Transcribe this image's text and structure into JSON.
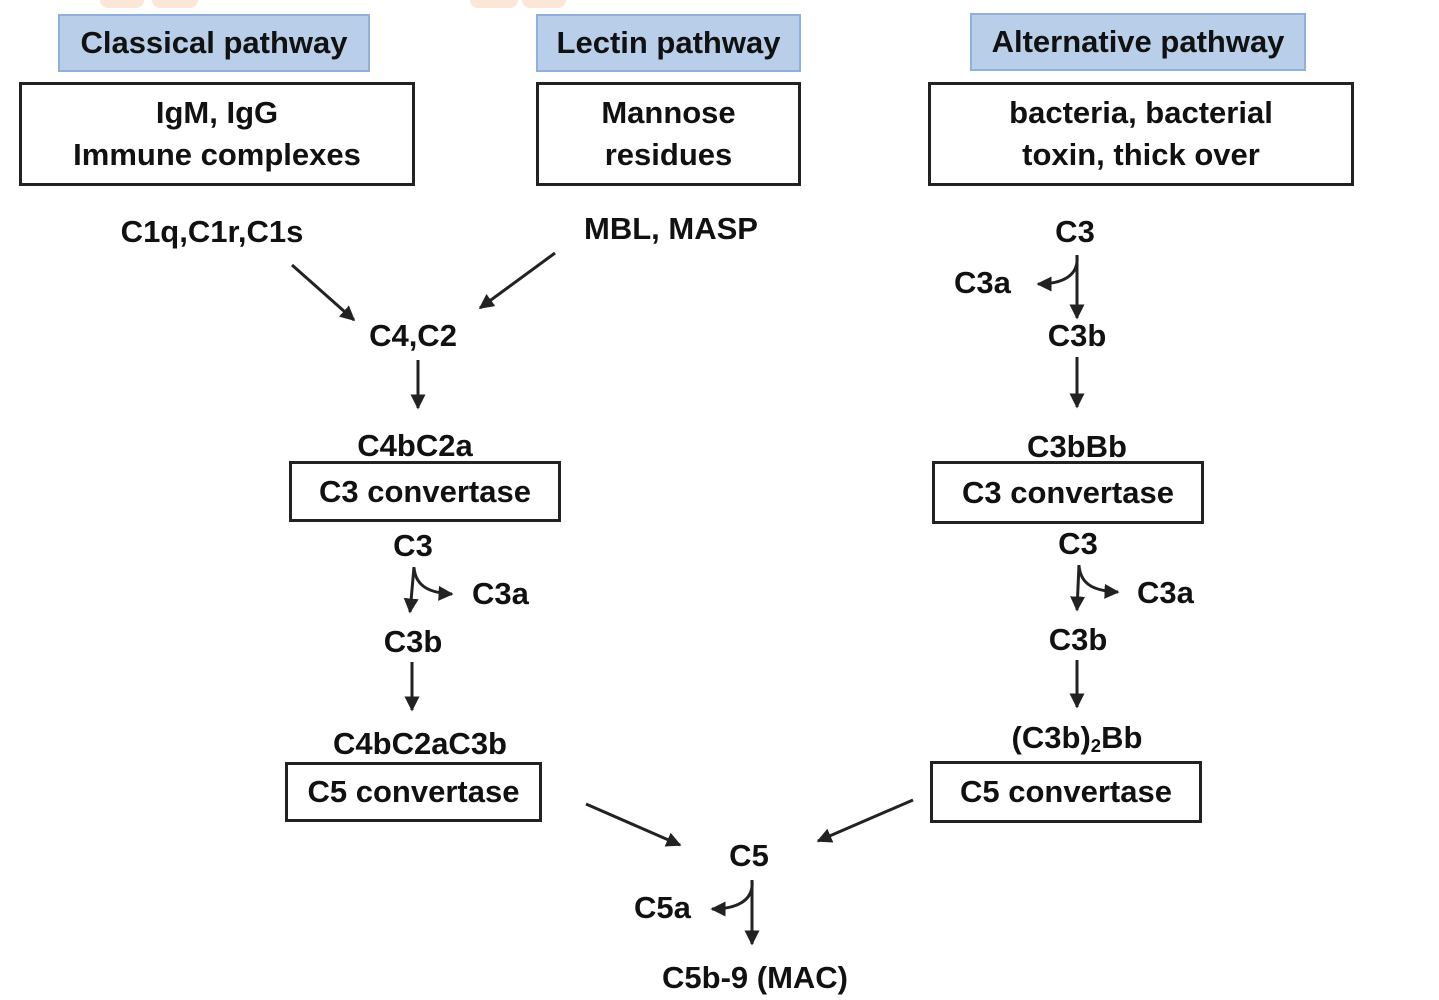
{
  "pathways": {
    "classical": {
      "header": "Classical pathway",
      "trigger": [
        "IgM, IgG",
        "Immune complexes"
      ],
      "initiators": "C1q,C1r,C1s"
    },
    "lectin": {
      "header": "Lectin pathway",
      "trigger": [
        "Mannose",
        "residues"
      ],
      "initiators": "MBL, MASP"
    },
    "alternative": {
      "header": "Alternative pathway",
      "trigger": [
        "bacteria, bacterial",
        "toxin, thick over"
      ],
      "c3": "C3",
      "c3a": "C3a",
      "c3b": "C3b",
      "c3_convertase_name": "C3bBb",
      "c3_convertase": "C3 convertase",
      "c3_after": "C3",
      "c3a_after": "C3a",
      "c3b_after": "C3b",
      "c5_convertase_name_main": "(C3b)",
      "c5_convertase_name_sub": "2",
      "c5_convertase_name_tail": "Bb",
      "c5_convertase": "C5 convertase"
    }
  },
  "shared": {
    "c4c2": "C4,C2",
    "c3_convertase_name": "C4bC2a",
    "c3_convertase": "C3 convertase",
    "c3": "C3",
    "c3a": "C3a",
    "c3b": "C3b",
    "c5_convertase_name": "C4bC2aC3b",
    "c5_convertase": "C5 convertase"
  },
  "terminal": {
    "c5": "C5",
    "c5a": "C5a",
    "mac": "C5b-9 (MAC)"
  },
  "colors": {
    "header_fill": "#b9cfe9",
    "header_border": "#8fb0da",
    "stroke": "#222222",
    "text": "#111111",
    "top_pill": "#fbe6d8"
  }
}
